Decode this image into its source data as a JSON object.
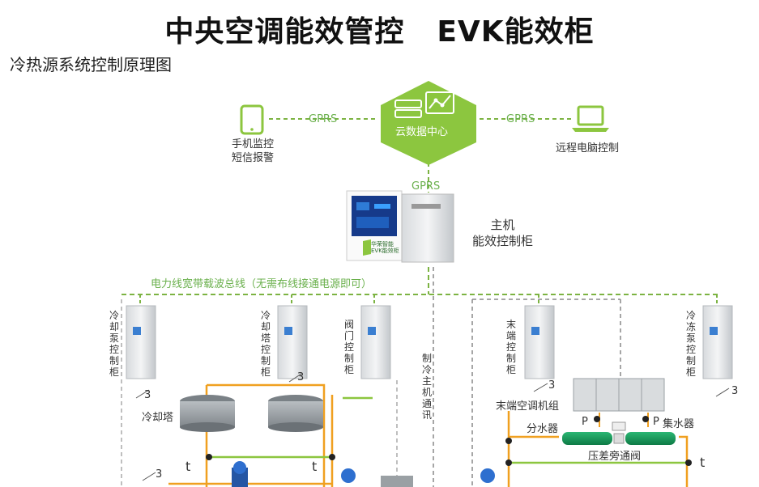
{
  "header": {
    "title_left": "中央空调能效管控",
    "title_right": "EVK能效柜",
    "subtitle": "冷热源系统控制原理图"
  },
  "cloud": {
    "label": "云数据中心"
  },
  "links": {
    "gprs": "GPRS"
  },
  "phone": {
    "line1": "手机监控",
    "line2": "短信报警"
  },
  "remote": {
    "label": "远程电脑控制"
  },
  "main_cabinet": {
    "line1": "主机",
    "line2": "能效控制柜",
    "logo_text": "华荣智能",
    "logo_sub": "EVK能效柜"
  },
  "bus": {
    "label": "电力线宽带载波总线（无需布线接通电源即可）"
  },
  "cabinets": [
    {
      "label": "冷却泵控制柜"
    },
    {
      "label": "冷却塔控制柜"
    },
    {
      "label": "阀门控制柜"
    },
    {
      "label": "末端控制柜"
    },
    {
      "label": "冷冻泵控制柜"
    }
  ],
  "chiller_comm": {
    "label": "制冷主机通讯"
  },
  "equipment": {
    "cooling_tower": "冷却塔",
    "ahu": "末端空调机组",
    "distributor": "分水器",
    "collector": "集水器",
    "bypass": "压差旁通阀",
    "p": "P",
    "t": "t",
    "three": "3"
  },
  "colors": {
    "accent_green": "#8cc63f",
    "pipe_orange": "#f0a020",
    "dash_green": "#7cb342"
  }
}
